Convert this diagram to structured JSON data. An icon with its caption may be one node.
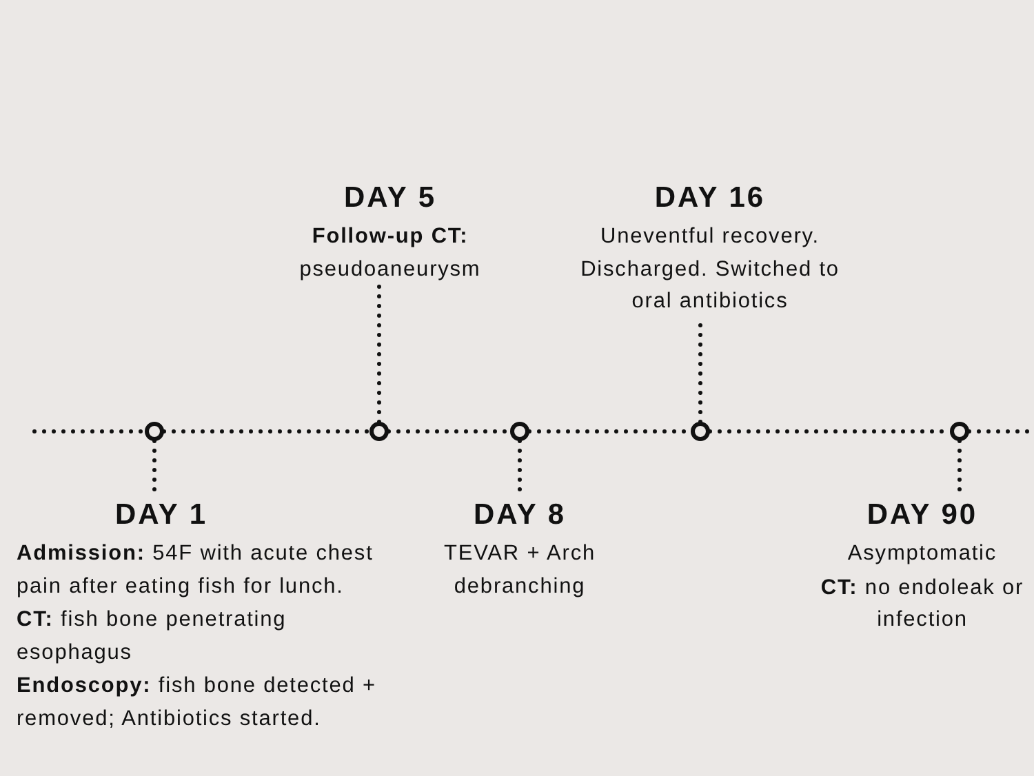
{
  "diagram": {
    "nodes": [
      {
        "text": [
          "DAY 1",
          "**Admission:** 54F with acute chest pain after eating fish for lunch.",
          "**CT:** fish bone penetrating esophagus",
          "**Endoscopy:** fish bone detected + removed; Antibiotics started."
        ]
      },
      {
        "text": [],
        "shape": "circle"
      },
      {
        "text": [
          "DAY 5",
          "**Follow-up CT:** pseudoaneurysm"
        ]
      },
      {
        "text": [],
        "shape": "circle"
      },
      {
        "text": [
          "DAY 8",
          "TEVAR + Arch debranching"
        ]
      },
      {
        "text": [],
        "shape": "circle"
      },
      {
        "text": [
          "DAY 16",
          "Uneventful recovery. Discharged. Switched to oral antibiotics"
        ]
      },
      {
        "text": [],
        "shape": "circle"
      },
      {
        "text": [
          "DAY 90",
          "Asymptomatic",
          "**CT:** no endoleak or infection"
        ]
      },
      {
        "text": [],
        "shape": "circle"
      }
    ],
    "edges": [
      {
        "from": null,
        "to": 1,
        "arrow": "none",
        "style": "dashed"
      },
      {
        "from": 1,
        "to": 3,
        "arrow": "none",
        "style": "dashed"
      },
      {
        "from": 3,
        "to": 5,
        "arrow": "none",
        "style": "dashed"
      },
      {
        "from": 5,
        "to": 7,
        "arrow": "none",
        "style": "dashed"
      },
      {
        "from": 7,
        "to": 9,
        "arrow": "none",
        "style": "dashed"
      },
      {
        "from": 9,
        "to": null,
        "arrow": "none",
        "style": "dashed"
      },
      {
        "from": 1,
        "to": 0,
        "arrow": "none",
        "style": "dashed"
      },
      {
        "from": 3,
        "to": 2,
        "arrow": "none",
        "style": "dashed"
      },
      {
        "from": 5,
        "to": 4,
        "arrow": "none",
        "style": "dashed"
      },
      {
        "from": 7,
        "to": 6,
        "arrow": "none",
        "style": "dashed"
      },
      {
        "from": 9,
        "to": 8,
        "arrow": "none",
        "style": "dashed"
      }
    ]
  }
}
